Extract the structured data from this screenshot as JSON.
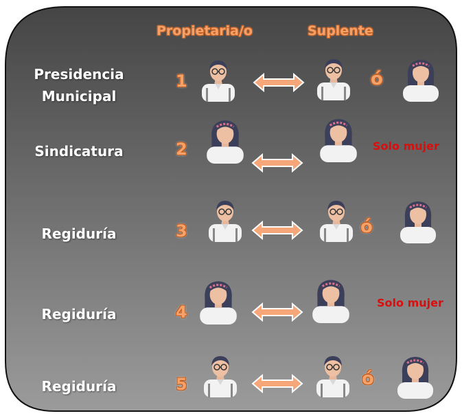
{
  "headers": {
    "owner": "Propietaria/o",
    "substitute": "Suplente"
  },
  "rows": [
    {
      "role": "Presidencia Municipal",
      "number": "1",
      "or_label": "ó",
      "note": ""
    },
    {
      "role": "Sindicatura",
      "number": "2",
      "or_label": "",
      "note": "Solo mujer"
    },
    {
      "role": "Regiduría",
      "number": "3",
      "or_label": "ó",
      "note": ""
    },
    {
      "role": "Regiduría",
      "number": "4",
      "or_label": "",
      "note": "Solo mujer"
    },
    {
      "role": "Regiduría",
      "number": "5",
      "or_label": "ó",
      "note": ""
    }
  ],
  "colors": {
    "panel_top": "#444444",
    "panel_bottom": "#9a9a9a",
    "arrow": "#f6a77a",
    "accent": "#c05b1e",
    "note": "#d80f0f"
  }
}
